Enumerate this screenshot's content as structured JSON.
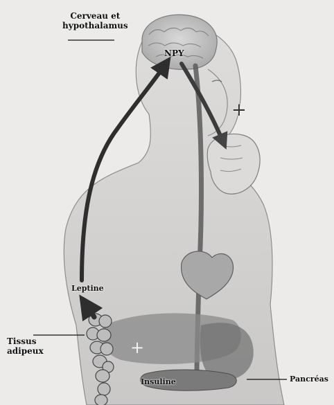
{
  "labels": {
    "brain": [
      "Cerveau et",
      "hypothalamus"
    ],
    "npy": "NPY",
    "leptin": "Leptine",
    "adipose": [
      "Tissus",
      "adipeux"
    ],
    "insulin": "Insuline",
    "pancreas": "Pancréas",
    "plus_upper": "+",
    "plus_lower": "+"
  },
  "colors": {
    "arrow": "#2e2e2e",
    "signal": "#5a5a5a",
    "anatomy": "#9a9a9a",
    "background": "#ecebea"
  }
}
